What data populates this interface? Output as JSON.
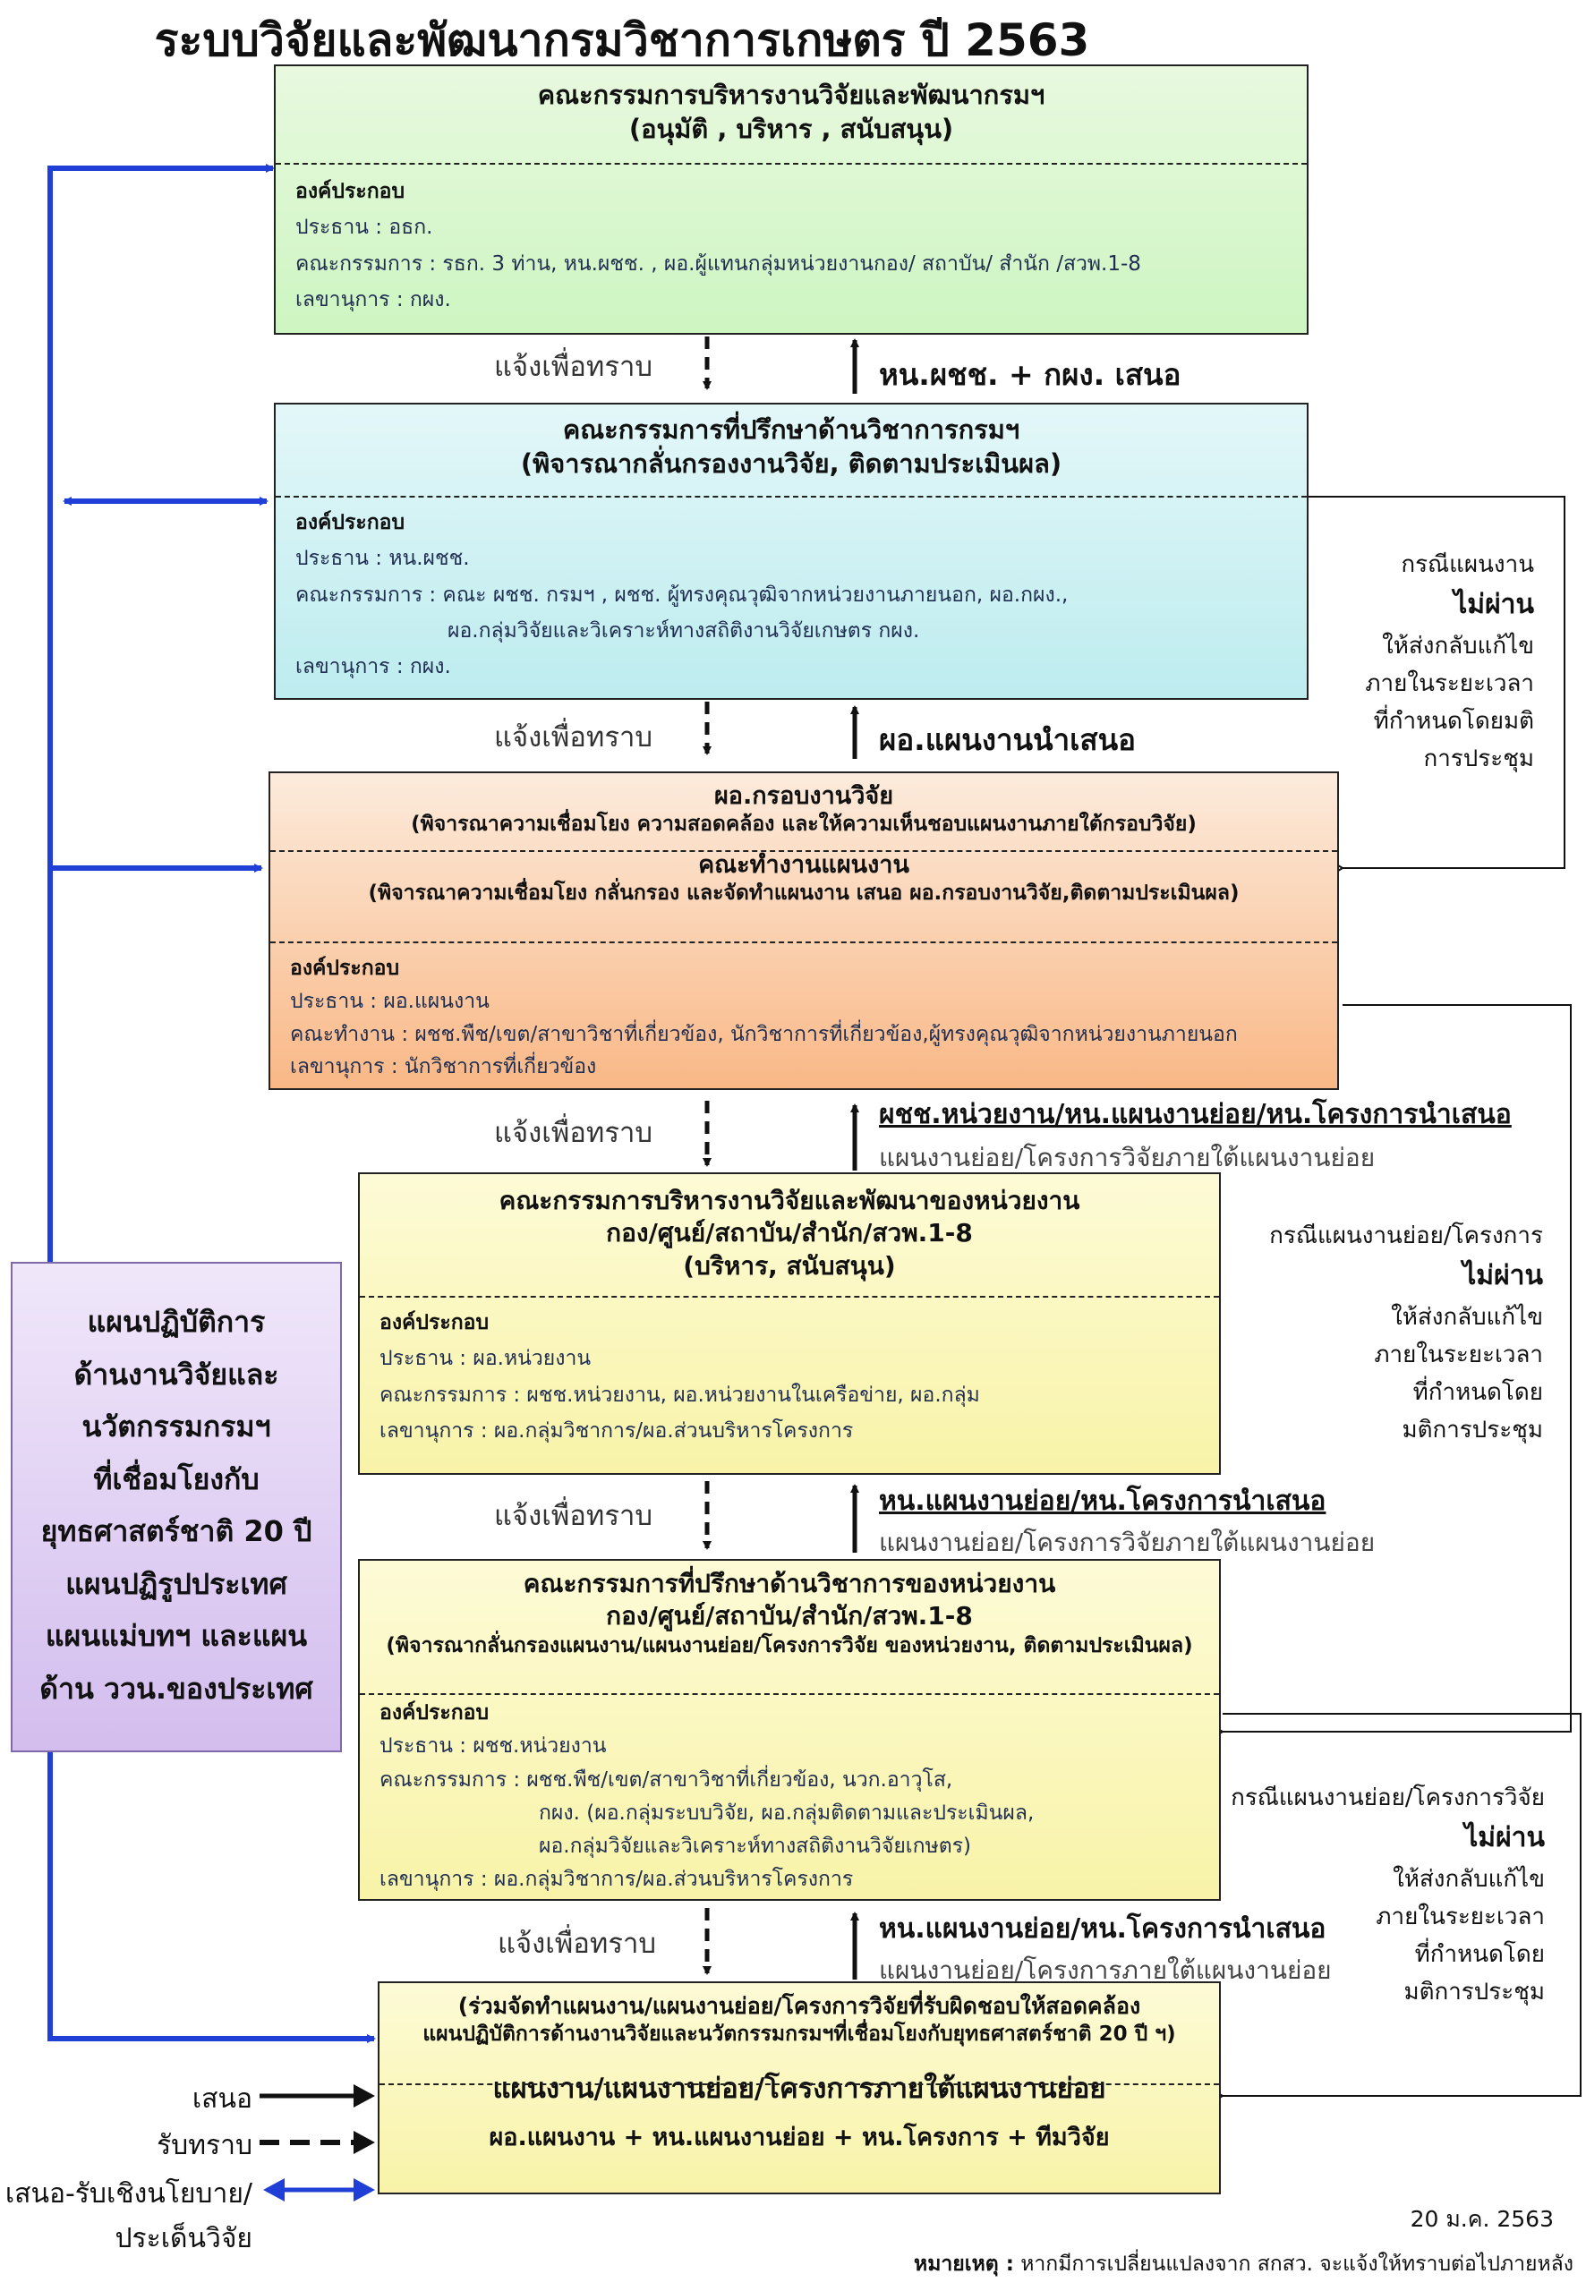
{
  "title": "ระบบวิจัยและพัฒนากรมวิชาการเกษตร ปี 2563",
  "boxes": {
    "b1": {
      "head1": "คณะกรรมการบริหารงานวิจัยและพัฒนากรมฯ",
      "head2": "(อนุมัติ , บริหาร , สนับสนุน)",
      "comp_title": "องค์ประกอบ",
      "l1": "ประธาน :   อธก.",
      "l2": "คณะกรรมการ :   รธก. 3 ท่าน, หน.ผชช. , ผอ.ผู้แทนกลุ่มหน่วยงานกอง/ สถาบัน/ สำนัก /สวพ.1-8",
      "l3": "เลขานุการ :   กผง."
    },
    "b2": {
      "head1": "คณะกรรมการที่ปรึกษาด้านวิชาการกรมฯ",
      "head2": "(พิจารณากลั่นกรองงานวิจัย, ติดตามประเมินผล)",
      "comp_title": "องค์ประกอบ",
      "l1": "ประธาน :   หน.ผชช.",
      "l2": "คณะกรรมการ : คณะ ผชช. กรมฯ , ผชช. ผู้ทรงคุณวุฒิจากหน่วยงานภายนอก, ผอ.กผง.,",
      "l3": "ผอ.กลุ่มวิจัยและวิเคราะห์ทางสถิติงานวิจัยเกษตร กผง.",
      "l4": "เลขานุการ : กผง."
    },
    "b3": {
      "head1": "ผอ.กรอบงานวิจัย",
      "head2": "(พิจารณาความเชื่อมโยง ความสอดคล้อง และให้ความเห็นชอบแผนงานภายใต้กรอบวิจัย)",
      "head3": "คณะทำงานแผนงาน",
      "head4": "(พิจารณาความเชื่อมโยง กลั่นกรอง และจัดทำแผนงาน เสนอ ผอ.กรอบงานวิจัย,ติดตามประเมินผล)",
      "comp_title": "องค์ประกอบ",
      "l1": "ประธาน  :  ผอ.แผนงาน",
      "l2": "คณะทำงาน :    ผชช.พืช/เขต/สาขาวิชาที่เกี่ยวข้อง, นักวิชาการที่เกี่ยวข้อง,ผู้ทรงคุณวุฒิจากหน่วยงานภายนอก",
      "l3": "เลขานุการ  :  นักวิชาการที่เกี่ยวข้อง"
    },
    "b4": {
      "head1": "คณะกรรมการบริหารงานวิจัยและพัฒนาของหน่วยงาน",
      "head2": "กอง/ศูนย์/สถาบัน/สำนัก/สวพ.1-8",
      "head3": "(บริหาร, สนับสนุน)",
      "comp_title": "องค์ประกอบ",
      "l1": "ประธาน : ผอ.หน่วยงาน",
      "l2": "คณะกรรมการ : ผชช.หน่วยงาน, ผอ.หน่วยงานในเครือข่าย, ผอ.กลุ่ม",
      "l3": "เลขานุการ : ผอ.กลุ่มวิชาการ/ผอ.ส่วนบริหารโครงการ"
    },
    "b5": {
      "head1": "คณะกรรมการที่ปรึกษาด้านวิชาการของหน่วยงาน",
      "head2": "กอง/ศูนย์/สถาบัน/สำนัก/สวพ.1-8",
      "head3": "(พิจารณากลั่นกรองแผนงาน/แผนงานย่อย/โครงการวิจัย ของหน่วยงาน, ติดตามประเมินผล)",
      "comp_title": "องค์ประกอบ",
      "l1": "ประธาน :  ผชช.หน่วยงาน",
      "l2": "คณะกรรมการ :   ผชช.พืช/เขต/สาขาวิชาที่เกี่ยวข้อง, นวก.อาวุโส,",
      "l3": "กผง. (ผอ.กลุ่มระบบวิจัย, ผอ.กลุ่มติดตามและประเมินผล,",
      "l4": "ผอ.กลุ่มวิจัยและวิเคราะห์ทางสถิติงานวิจัยเกษตร)",
      "l5": "เลขานุการ :   ผอ.กลุ่มวิชาการ/ผอ.ส่วนบริหารโครงการ"
    },
    "b6": {
      "head1": "(ร่วมจัดทำแผนงาน/แผนงานย่อย/โครงการวิจัยที่รับผิดชอบให้สอดคล้อง",
      "head2": "แผนปฏิบัติการด้านงานวิจัยและนวัตกรรมกรมฯที่เชื่อมโยงกับยุทธศาสตร์ชาติ 20 ปี ฯ)",
      "head3": "แผนงาน/แผนงานย่อย/โครงการภายใต้แผนงานย่อย",
      "head4": "ผอ.แผนงาน + หน.แผนงานย่อย + หน.โครงการ + ทีมวิจัย"
    }
  },
  "purple_box": [
    "แผนปฏิบัติการ",
    "ด้านงานวิจัยและ",
    "นวัตกรรมกรมฯ",
    "ที่เชื่อมโยงกับ",
    "ยุทธศาสตร์ชาติ 20 ปี",
    "แผนปฏิรูปประเทศ",
    "แผนแม่บทฯ และแผน",
    "ด้าน ววน.ของประเทศ"
  ],
  "inform_label": "แจ้งเพื่อทราบ",
  "proposals": {
    "p1": "หน.ผชช. + กผง. เสนอ",
    "p2": "ผอ.แผนงานนำเสนอ",
    "p3": "ผชช.หน่วยงาน/หน.แผนงานย่อย/หน.โครงการนำเสนอ",
    "p3sub": "แผนงานย่อย/โครงการวิจัยภายใต้แผนงานย่อย",
    "p4": "หน.แผนงานย่อย/หน.โครงการนำเสนอ",
    "p4sub": "แผนงานย่อย/โครงการวิจัยภายใต้แผนงานย่อย",
    "p5": "หน.แผนงานย่อย/หน.โครงการนำเสนอ",
    "p5sub": "แผนงานย่อย/โครงการภายใต้แผนงานย่อย"
  },
  "side_notes": {
    "s1": [
      "กรณีแผนงาน",
      "ไม่ผ่าน",
      "ให้ส่งกลับแก้ไข",
      "ภายในระยะเวลา",
      "ที่กำหนดโดยมติ",
      "การประชุม"
    ],
    "s2": [
      "กรณีแผนงานย่อย/โครงการ",
      "ไม่ผ่าน",
      "ให้ส่งกลับแก้ไข",
      "ภายในระยะเวลา",
      "ที่กำหนดโดย",
      "มติการประชุม"
    ],
    "s3": [
      "กรณีแผนงานย่อย/โครงการวิจัย",
      "ไม่ผ่าน",
      "ให้ส่งกลับแก้ไข",
      "ภายในระยะเวลา",
      "ที่กำหนดโดย",
      "มติการประชุม"
    ]
  },
  "legend": {
    "propose": "เสนอ",
    "acknowledge": "รับทราบ",
    "policy1": "เสนอ-รับเชิงนโยบาย/",
    "policy2": "ประเด็นวิจัย"
  },
  "date": "20 ม.ค. 2563",
  "note_label": "หมายเหตุ :",
  "note_text": "หากมีการเปลี่ยนแปลงจาก สกสว. จะแจ้งให้ทราบต่อไปภายหลัง",
  "colors": {
    "blue_arrow": "#1f3fd6",
    "green": "#cdf5c1",
    "cyan": "#bdecef",
    "orange": "#f9b886",
    "yellow": "#f8f3a8",
    "purple": "#d3bdee"
  }
}
